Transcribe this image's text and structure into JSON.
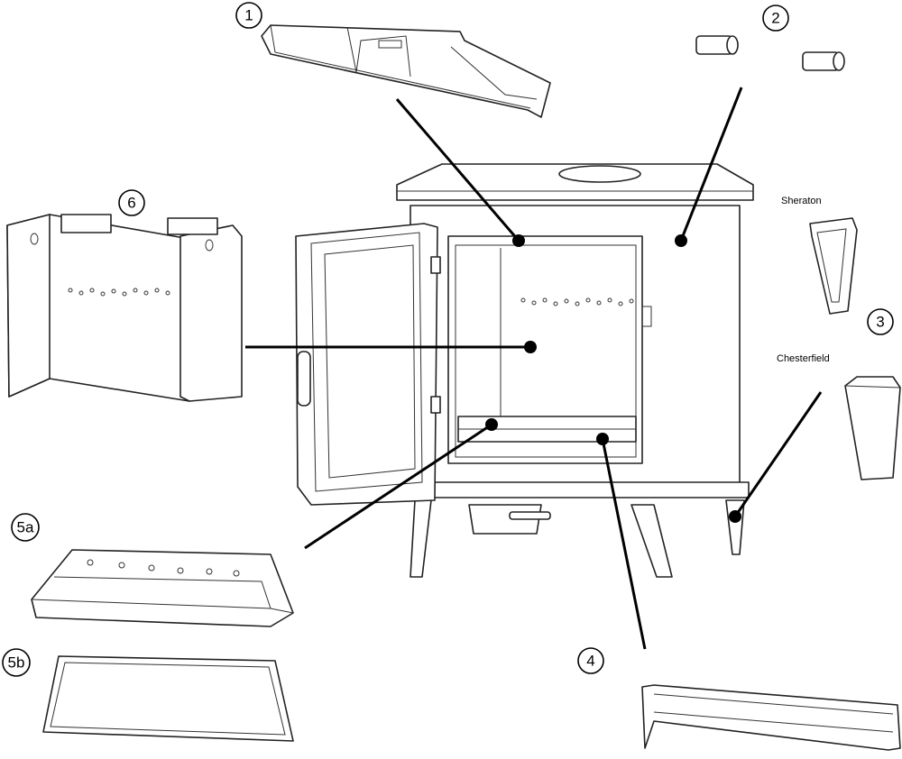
{
  "callouts": {
    "c1": "1",
    "c2": "2",
    "c3": "3",
    "c4": "4",
    "c5a": "5a",
    "c5b": "5b",
    "c6": "6"
  },
  "captions": {
    "leg_option_1": "Sheraton",
    "leg_option_2": "Chesterfield"
  }
}
